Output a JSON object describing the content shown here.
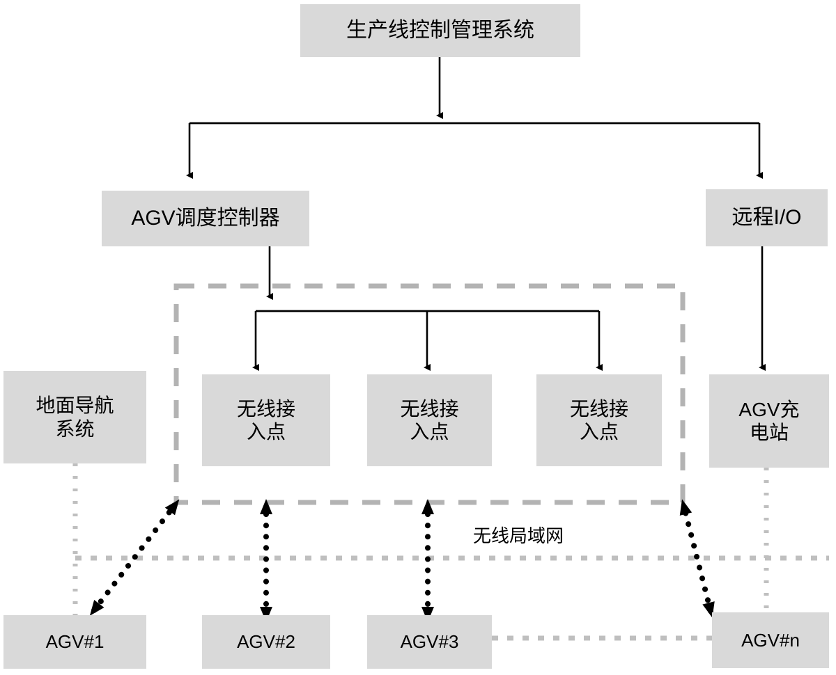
{
  "diagram": {
    "title_node": "生产线控制管理系统",
    "nodes": {
      "top_system": "生产线控制管理系统",
      "agv_scheduler": "AGV调度控制器",
      "remote_io": "远程I/O",
      "ground_nav": "地面导航\n系统",
      "ap1": "无线接\n入点",
      "ap2": "无线接\n入点",
      "ap3": "无线接\n入点",
      "charging_station": "AGV充\n电站",
      "agv1": "AGV#1",
      "agv2": "AGV#2",
      "agv3": "AGV#3",
      "agvn": "AGV#n"
    },
    "labels": {
      "wlan": "无线局域网"
    },
    "colors": {
      "node_fill": "#d9d9d9",
      "text": "#000000",
      "solid_connector": "#000000",
      "wlan_boundary": "#b3b3b3",
      "dotted_light": "#bfbfbf",
      "page_background": "#ffffff"
    }
  }
}
